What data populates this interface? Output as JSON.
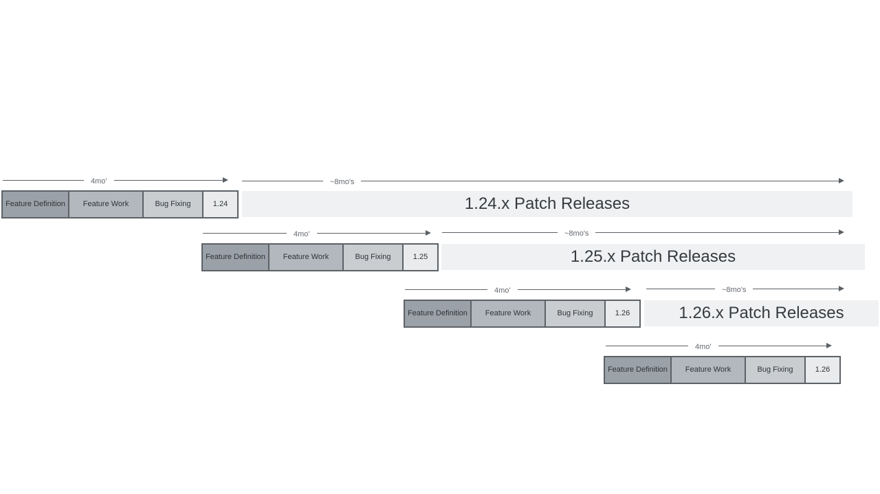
{
  "colors": {
    "phase_feature_definition": "#9aa1a8",
    "phase_feature_work": "#b2b8bd",
    "phase_bug_fixing": "#c9cdd0",
    "version_box": "#e9ebec",
    "box_border": "#5c6166",
    "patch_bar": "#f0f1f2",
    "patch_text": "#363b40",
    "arrow": "#5a6066",
    "duration_label": "#63676d"
  },
  "cycles": [
    {
      "version": "1.24",
      "phases": {
        "feature_definition": "Feature Definition",
        "feature_work": "Feature Work",
        "bug_fixing": "Bug Fixing"
      },
      "dev_duration": "4mo'",
      "patch_duration": "~8mo's",
      "patch_bar_label": "1.24.x Patch Releases"
    },
    {
      "version": "1.25",
      "phases": {
        "feature_definition": "Feature Definition",
        "feature_work": "Feature Work",
        "bug_fixing": "Bug Fixing"
      },
      "dev_duration": "4mo'",
      "patch_duration": "~8mo's",
      "patch_bar_label": "1.25.x Patch Releases"
    },
    {
      "version": "1.26",
      "phases": {
        "feature_definition": "Feature Definition",
        "feature_work": "Feature Work",
        "bug_fixing": "Bug Fixing"
      },
      "dev_duration": "4mo'",
      "patch_duration": "~8mo's",
      "patch_bar_label": "1.26.x Patch Releases"
    },
    {
      "version": "1.26",
      "phases": {
        "feature_definition": "Feature Definition",
        "feature_work": "Feature Work",
        "bug_fixing": "Bug Fixing"
      },
      "dev_duration": "4mo'"
    }
  ]
}
